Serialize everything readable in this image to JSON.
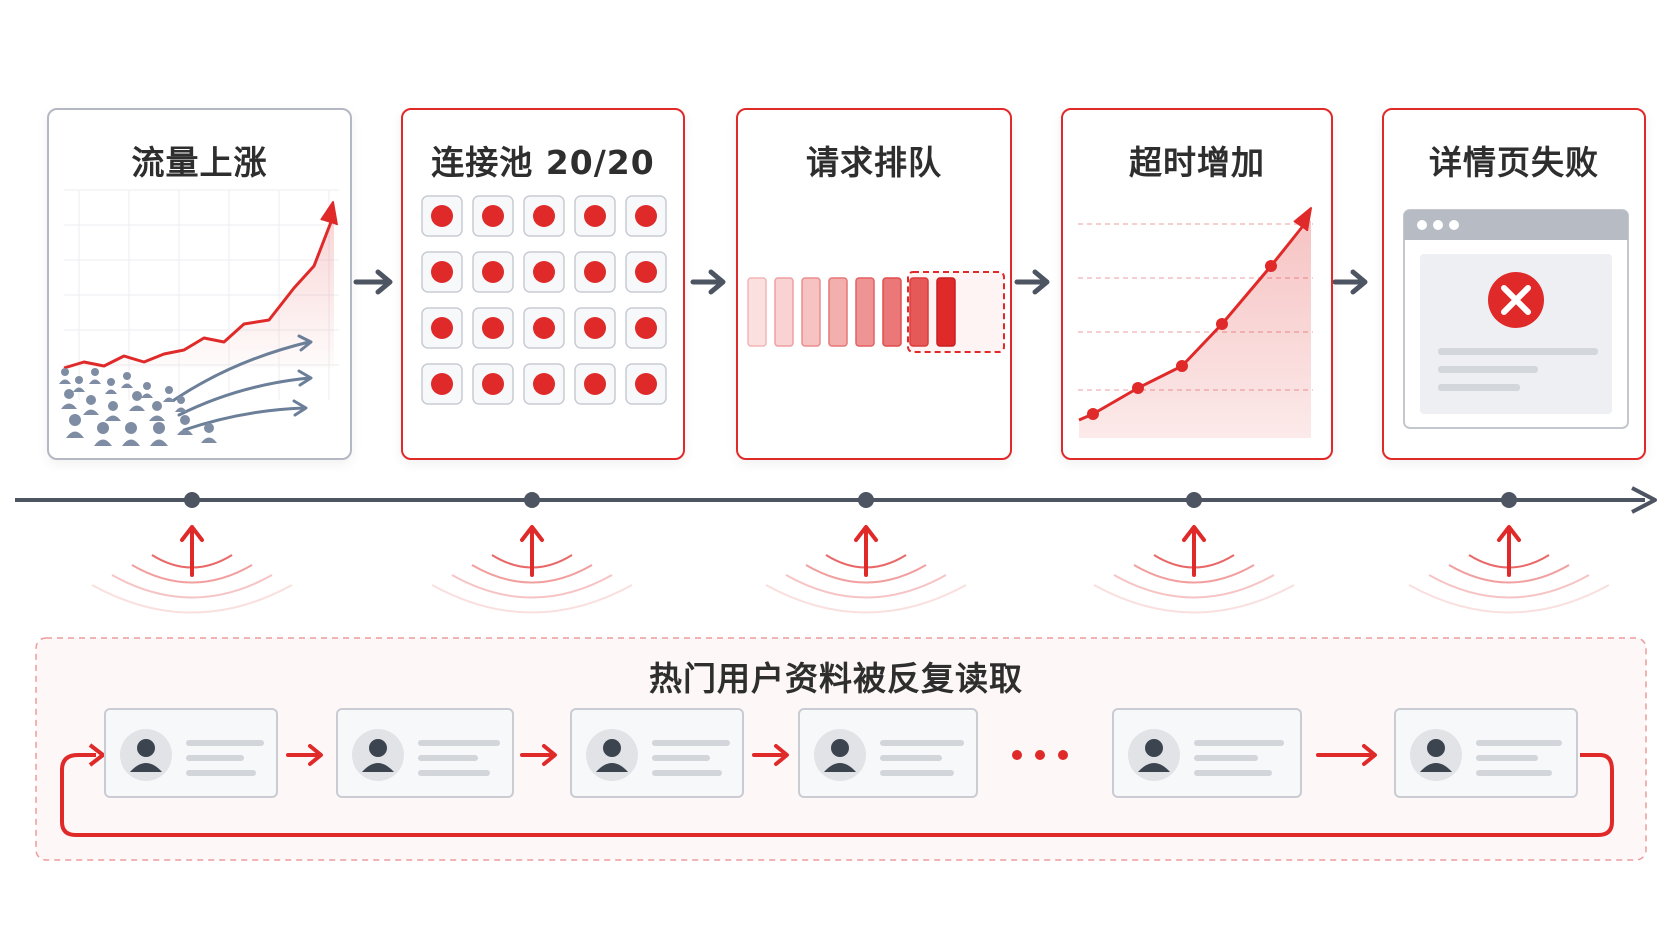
{
  "stages": [
    {
      "title": "流量上涨"
    },
    {
      "title": "连接池 20/20"
    },
    {
      "title": "请求排队"
    },
    {
      "title": "超时增加"
    },
    {
      "title": "详情页失败"
    }
  ],
  "hot_read": {
    "title": "热门用户资料被反复读取"
  },
  "colors": {
    "accent_red": "#e02a2a",
    "slate": "#4d5562",
    "border_gray": "#b3b8c2"
  },
  "icons": [
    "users-icon",
    "connection-slot-icon",
    "queue-bar-icon",
    "browser-window-icon",
    "error-x-icon",
    "user-avatar-icon"
  ]
}
